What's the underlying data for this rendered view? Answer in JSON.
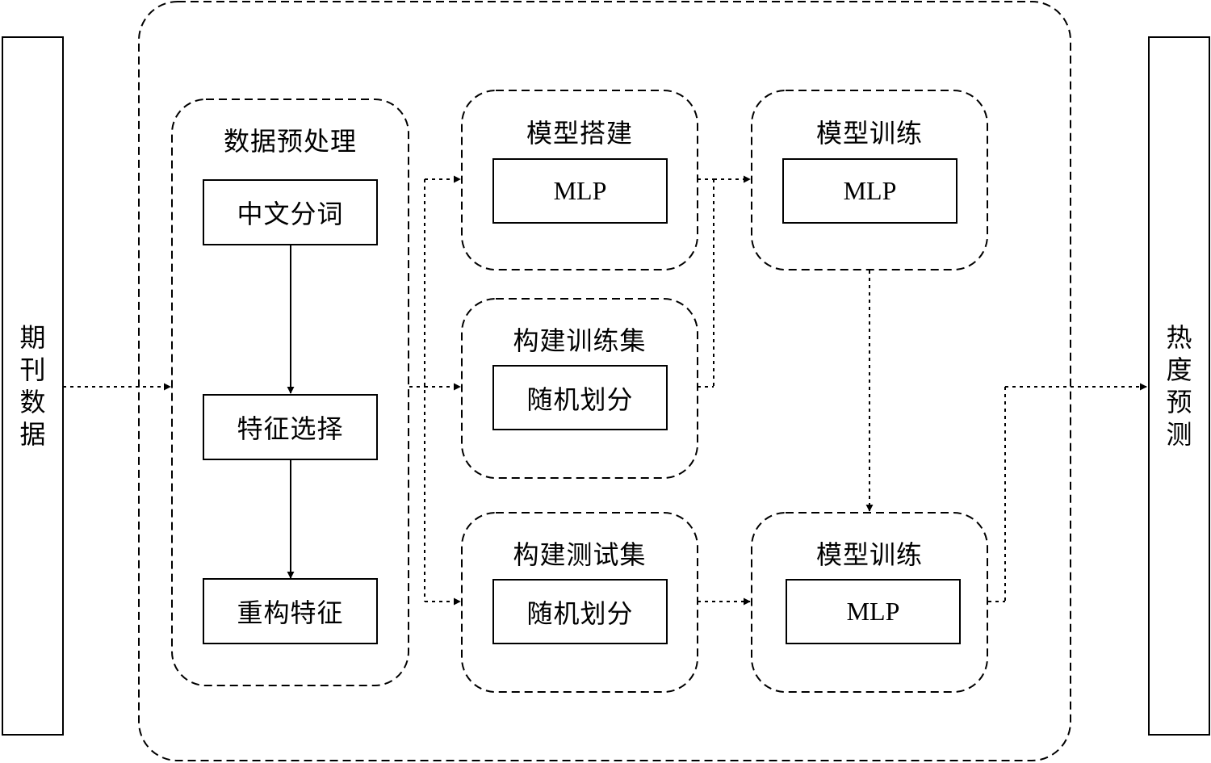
{
  "input": {
    "label": "期刊数据"
  },
  "output": {
    "label": "热度预测"
  },
  "preprocess": {
    "title": "数据预处理",
    "steps": [
      "中文分词",
      "特征选择",
      "重构特征"
    ]
  },
  "model_build": {
    "title": "模型搭建",
    "item": "MLP"
  },
  "train_set": {
    "title": "构建训练集",
    "item": "随机划分"
  },
  "test_set": {
    "title": "构建测试集",
    "item": "随机划分"
  },
  "model_train_top": {
    "title": "模型训练",
    "item": "MLP"
  },
  "model_train_bottom": {
    "title": "模型训练",
    "item": "MLP"
  }
}
